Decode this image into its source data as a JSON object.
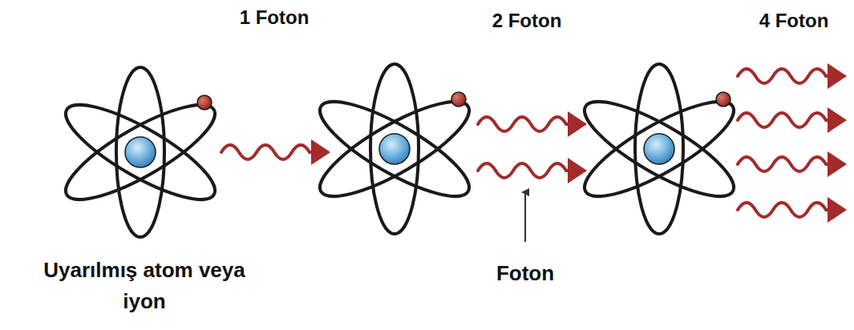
{
  "diagram": {
    "labels": [
      "1 Foton",
      "2 Foton",
      "4 Foton",
      "Uyarılmış atom veya iyon",
      "Foton"
    ]
  }
}
